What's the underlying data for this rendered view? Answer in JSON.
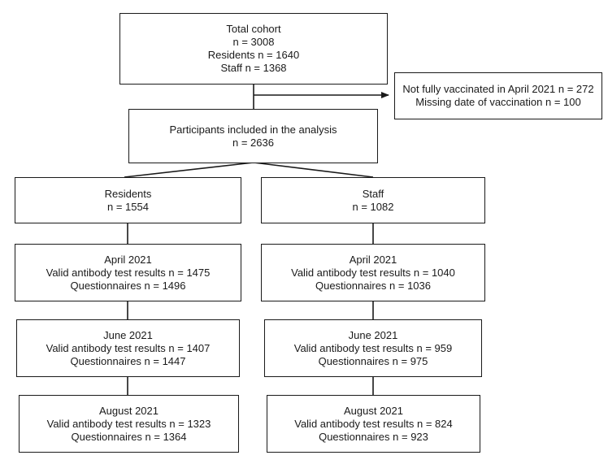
{
  "total": {
    "l1": "Total cohort",
    "l2": "n = 3008",
    "l3": "Residents n = 1640",
    "l4": "Staff n = 1368"
  },
  "excluded": {
    "l1": "Not fully vaccinated in April 2021 n = 272",
    "l2": "Missing date of vaccination n = 100"
  },
  "included": {
    "l1": "Participants included in the analysis",
    "l2": "n = 2636"
  },
  "residents": {
    "group": {
      "l1": "Residents",
      "l2": "n = 1554"
    },
    "april": {
      "l1": "April 2021",
      "l2": "Valid antibody test results n = 1475",
      "l3": "Questionnaires n = 1496"
    },
    "june": {
      "l1": "June 2021",
      "l2": "Valid antibody test results n = 1407",
      "l3": "Questionnaires n = 1447"
    },
    "august": {
      "l1": "August 2021",
      "l2": "Valid antibody test results n = 1323",
      "l3": "Questionnaires n = 1364"
    }
  },
  "staff": {
    "group": {
      "l1": "Staff",
      "l2": "n = 1082"
    },
    "april": {
      "l1": "April 2021",
      "l2": "Valid antibody test results n = 1040",
      "l3": "Questionnaires n = 1036"
    },
    "june": {
      "l1": "June 2021",
      "l2": "Valid antibody test results n = 959",
      "l3": "Questionnaires n = 975"
    },
    "august": {
      "l1": "August 2021",
      "l2": "Valid antibody test results n = 824",
      "l3": "Questionnaires n = 923"
    }
  }
}
